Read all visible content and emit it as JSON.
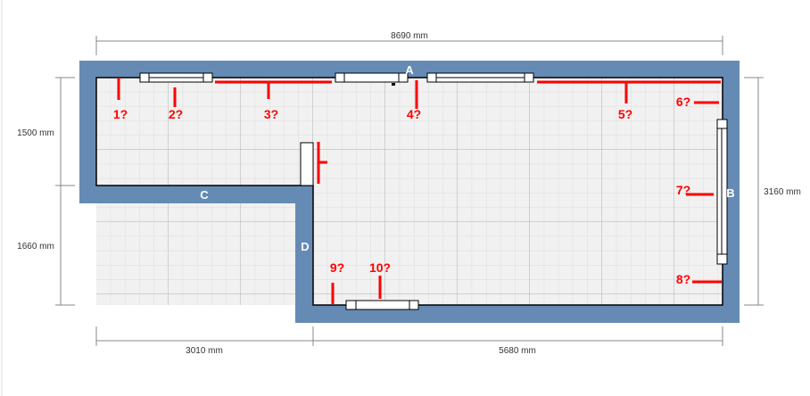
{
  "plan": {
    "dimensions": {
      "top": "8690 mm",
      "left_upper": "1500 mm",
      "left_lower": "1660 mm",
      "right": "3160 mm",
      "bottom_left": "3010 mm",
      "bottom_right": "5680 mm"
    },
    "walls": {
      "a": "A",
      "b": "B",
      "c": "C",
      "d": "D"
    },
    "markers": [
      "1?",
      "2?",
      "3?",
      "4?",
      "5?",
      "6?",
      "7?",
      "8?",
      "9?",
      "10?"
    ],
    "colors": {
      "wall": "#658bb4",
      "floor": "#f1f1f1",
      "marker": "#ff0000"
    }
  }
}
